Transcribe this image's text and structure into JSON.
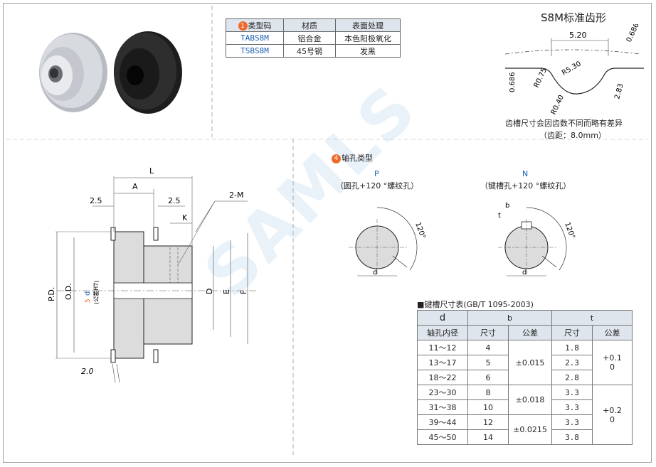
{
  "type_table": {
    "headers": {
      "code": "类型码",
      "material": "材质",
      "finish": "表面处理"
    },
    "code_number": "1",
    "rows": [
      {
        "code": "TABS8M",
        "material": "铝合金",
        "finish": "本色阳极氧化"
      },
      {
        "code": "TSBS8M",
        "material": "45号钢",
        "finish": "发黑"
      }
    ]
  },
  "tooth_profile": {
    "title": "S8M标准齿形",
    "dims": {
      "pitch_width": "5.20",
      "top_offset": "0.686",
      "left_offset": "0.686",
      "r1": "R0.75",
      "r2": "R5.30",
      "depth": "2.83",
      "r3": "R0.40"
    },
    "note_line1": "齿槽尺寸会因齿数不同而略有差异",
    "note_line2": "（齿距：8.0mm）"
  },
  "drawing": {
    "dims": {
      "L": "L",
      "A": "A",
      "a25_left": "2.5",
      "a25_right": "2.5",
      "K": "K",
      "m": "2-M",
      "pd": "P.D.",
      "od": "O.D.",
      "d": "d",
      "d_tol": "(公差H7)",
      "d_num": "5",
      "D": "D",
      "E": "E",
      "F": "F",
      "two": "2.0"
    }
  },
  "shaft_holes": {
    "title": "轴孔类型",
    "title_number": "4",
    "p": {
      "code": "P",
      "desc": "（圆孔+120 °螺纹孔）",
      "angle": "120°",
      "d": "d"
    },
    "n": {
      "code": "N",
      "desc": "（键槽孔+120 °螺纹孔）",
      "angle": "120°",
      "d": "d",
      "b": "b",
      "t": "t"
    }
  },
  "watermark": "SAMLS",
  "keyway_table": {
    "title": "■键槽尺寸表(GB/T 1095-2003)",
    "h_d": "d",
    "h_bore": "轴孔内径",
    "h_b": "b",
    "h_t": "t",
    "h_size": "尺寸",
    "h_tol": "公差",
    "rows": [
      {
        "d": "11～12",
        "b": "4",
        "t": "1.8"
      },
      {
        "d": "13～17",
        "b": "5",
        "t": "2.3"
      },
      {
        "d": "18～22",
        "b": "6",
        "t": "2.8"
      },
      {
        "d": "23～30",
        "b": "8",
        "t": "3.3"
      },
      {
        "d": "31～38",
        "b": "10",
        "t": "3.3"
      },
      {
        "d": "39～44",
        "b": "12",
        "t": "3.3"
      },
      {
        "d": "45～50",
        "b": "14",
        "t": "3.8"
      }
    ],
    "b_tol": [
      "±0.015",
      "±0.018",
      "±0.0215"
    ],
    "t_tol": [
      "+0.1\n0",
      "+0.2\n0"
    ]
  },
  "colors": {
    "accent": "#1a5fb4",
    "number_badge": "#ef6a2a",
    "header_fill": "#dfe5ec",
    "part_gray": "#dcdcdc"
  }
}
